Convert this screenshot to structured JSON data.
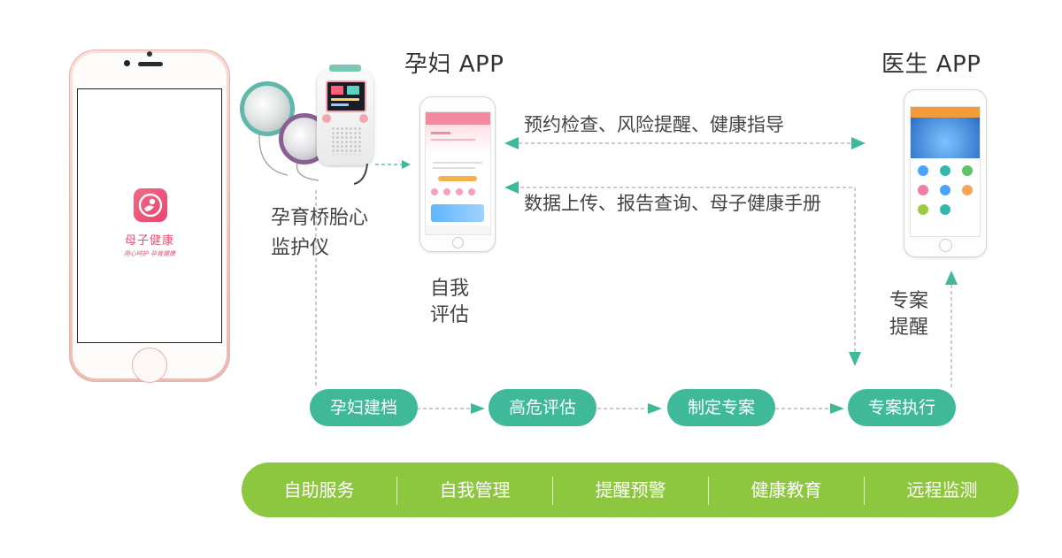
{
  "mother_app": {
    "title": "孕妇 APP",
    "self_assessment": [
      "自我",
      "评估"
    ]
  },
  "doctor_app": {
    "title": "医生 APP"
  },
  "splash": {
    "app_name": "母子健康",
    "slogan": "用心呵护  孕育健康"
  },
  "device": {
    "label": [
      "孕育桥胎心",
      "监护仪"
    ]
  },
  "arrows": {
    "to_mother": "预约检查、风险提醒、健康指导",
    "to_doctor": "数据上传、报告查询、母子健康手册",
    "case_reminder": [
      "专案",
      "提醒"
    ]
  },
  "process": [
    {
      "label": "孕妇建档"
    },
    {
      "label": "高危评估"
    },
    {
      "label": "制定专案"
    },
    {
      "label": "专案执行"
    }
  ],
  "services": [
    {
      "label": "自助服务"
    },
    {
      "label": "自我管理"
    },
    {
      "label": "提醒预警"
    },
    {
      "label": "健康教育"
    },
    {
      "label": "远程监测"
    }
  ],
  "colors": {
    "process_node": "#3fb99a",
    "service_bar": "#8dc63f",
    "arrow": "#3fb99a",
    "brand_pink": "#e8506f"
  }
}
